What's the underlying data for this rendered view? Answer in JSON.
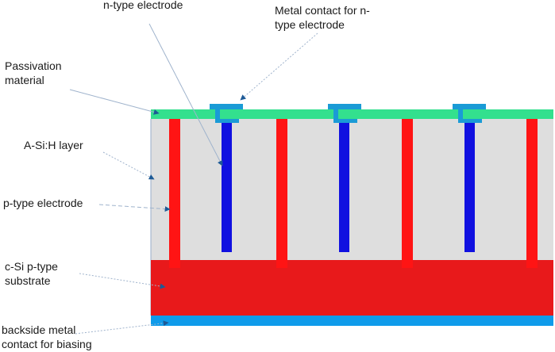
{
  "colors": {
    "substrate": "#e8191b",
    "asi_layer": "#dedede",
    "passivation": "#33e08e",
    "n_electrode": "#1010e0",
    "p_electrode": "#ff1414",
    "n_contact": "#1a9bd6",
    "backside_contact": "#0f9bea",
    "arrow": "#1d5a96"
  },
  "labels": {
    "n_type_electrode": "n-type electrode",
    "metal_contact_n_line1": "Metal contact for n-",
    "metal_contact_n_line2": "type electrode",
    "passivation_line1": "Passivation",
    "passivation_line2": "material",
    "asi_layer": "A-Si:H layer",
    "p_type_electrode": "p-type electrode",
    "substrate_line1": "c-Si p-type",
    "substrate_line2": "substrate",
    "backside_line1": "backside metal",
    "backside_line2": "contact for biasing"
  }
}
